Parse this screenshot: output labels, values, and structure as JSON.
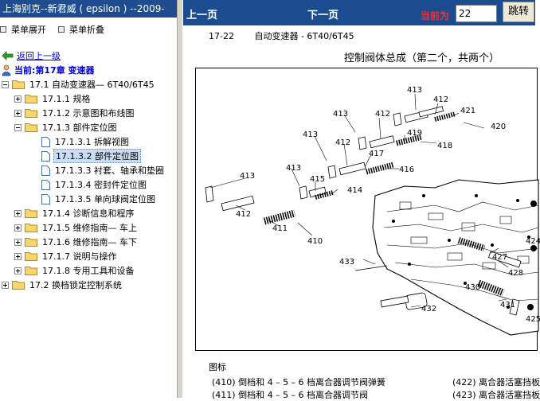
{
  "left_pane": {
    "title": "上海别克--新君威 ( epsilon ) --2009-",
    "expand_label": "菜单展开",
    "collapse_label": "菜单折叠",
    "back_label": "返回上一级",
    "current_label": "当前:第17章 变速器"
  },
  "tree": [
    {
      "label": "17.1 自动变速器— 6T40/6T45",
      "type": "folder",
      "toggle": "minus"
    },
    {
      "label": "17.1.1 规格",
      "type": "folder",
      "toggle": "plus"
    },
    {
      "label": "17.1.2 示意图和布线图",
      "type": "folder",
      "toggle": "plus"
    },
    {
      "label": "17.1.3 部件定位图",
      "type": "folder",
      "toggle": "minus"
    },
    {
      "label": "17.1.3.1 拆解视图",
      "type": "page"
    },
    {
      "label": "17.1.3.2 部件定位图",
      "type": "page",
      "selected": true
    },
    {
      "label": "17.1.3.3 衬套、轴承和垫圈",
      "type": "page"
    },
    {
      "label": "17.1.3.4 密封件定位图",
      "type": "page"
    },
    {
      "label": "17.1.3.5 单向球阀定位图",
      "type": "page"
    },
    {
      "label": "17.1.4 诊断信息和程序",
      "type": "folder",
      "toggle": "plus"
    },
    {
      "label": "17.1.5 维修指南— 车上",
      "type": "folder",
      "toggle": "plus"
    },
    {
      "label": "17.1.6 维修指南— 车下",
      "type": "folder",
      "toggle": "plus"
    },
    {
      "label": "17.1.7 说明与操作",
      "type": "folder",
      "toggle": "plus"
    },
    {
      "label": "17.1.8 专用工具和设备",
      "type": "folder",
      "toggle": "plus"
    },
    {
      "label": "17.2 换档锁定控制系统",
      "type": "folder",
      "toggle": "plus"
    }
  ],
  "toolbar": {
    "prev_label": "上一页",
    "next_label": "下一页",
    "current_label": "当前为",
    "current_value": "22",
    "jump_label": "跳转"
  },
  "document": {
    "page_number": "17-22",
    "section_title": "自动变速器 - 6T40/6T45",
    "subtitle": "控制阀体总成（第二个，共两个）",
    "figure_labels": [
      "413",
      "412",
      "421",
      "420",
      "413",
      "412",
      "419",
      "418",
      "413",
      "412",
      "417",
      "416",
      "413",
      "415",
      "414",
      "413",
      "412",
      "411",
      "410",
      "433",
      "427",
      "428",
      "430",
      "431",
      "432",
      "424",
      "425"
    ],
    "legend_title": "图标",
    "legend": [
      "(410) 倒档和 4 – 5 – 6 档离合器调节阀弹簧",
      "(411) 倒档和 4 – 5 – 6 档离合器调节阀",
      "(422) 离合器活塞挡板",
      "(423) 离合器活塞挡板"
    ]
  },
  "colors": {
    "left_title_bg": "#1e4c8e",
    "topbar_bg": "#1a4c8f",
    "current_label_color": "#ff2a2a",
    "selection_bg": "#c9ddf5",
    "link_color": "#0000ee"
  }
}
